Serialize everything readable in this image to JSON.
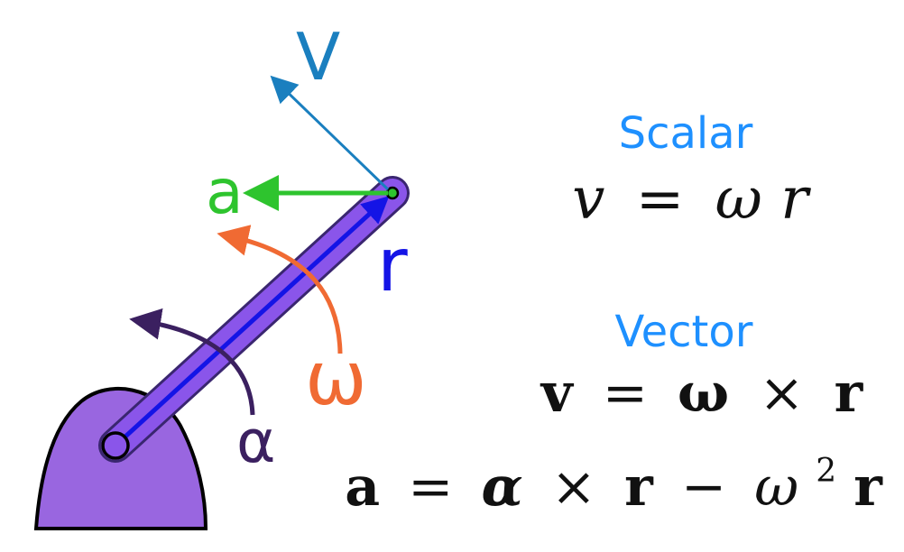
{
  "colors": {
    "base": "#9966e0",
    "link": "#8a55ea",
    "link_stroke": "#4a2b9a",
    "velocity": "#1a7fbf",
    "acceleration": "#2ec42e",
    "radius": "#1414e6",
    "omega": "#f06a33",
    "alpha": "#3b2060",
    "heading": "#1e90ff",
    "equation": "#111111"
  },
  "diagram": {
    "labels": {
      "velocity": "V",
      "acceleration": "a",
      "radius": "r",
      "omega": "ω",
      "alpha": "α"
    }
  },
  "equations": {
    "scalar_heading": "Scalar",
    "scalar": {
      "v": "v",
      "eq": "=",
      "omega": "ω",
      "r": "r"
    },
    "vector_heading": "Vector",
    "vector_v": {
      "v": "v",
      "eq": "=",
      "omega": "ω",
      "times": "×",
      "r": "r"
    },
    "vector_a": {
      "a": "a",
      "eq": "=",
      "alpha": "α",
      "times": "×",
      "r1": "r",
      "minus": "−",
      "omega": "ω",
      "sup": "2",
      "r2": "r"
    }
  }
}
